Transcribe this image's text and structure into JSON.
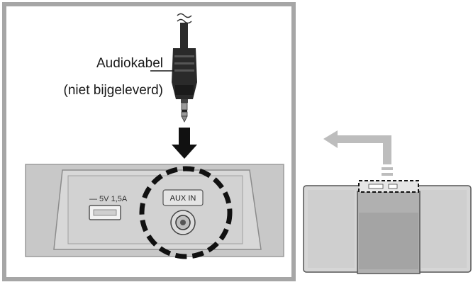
{
  "cable_label": {
    "line1": "Audiokabel",
    "line2": "(niet bijgeleverd)"
  },
  "panel": {
    "usb_label": "— 5V 1,5A",
    "aux_label": "AUX IN"
  },
  "colors": {
    "frame": "#a6a6a6",
    "panel": "#c8c8c8",
    "panel_edge": "#8c8c8c",
    "arrow_dark": "#111111",
    "arrow_grey": "#bdbdbd",
    "dashed": "#111111"
  }
}
